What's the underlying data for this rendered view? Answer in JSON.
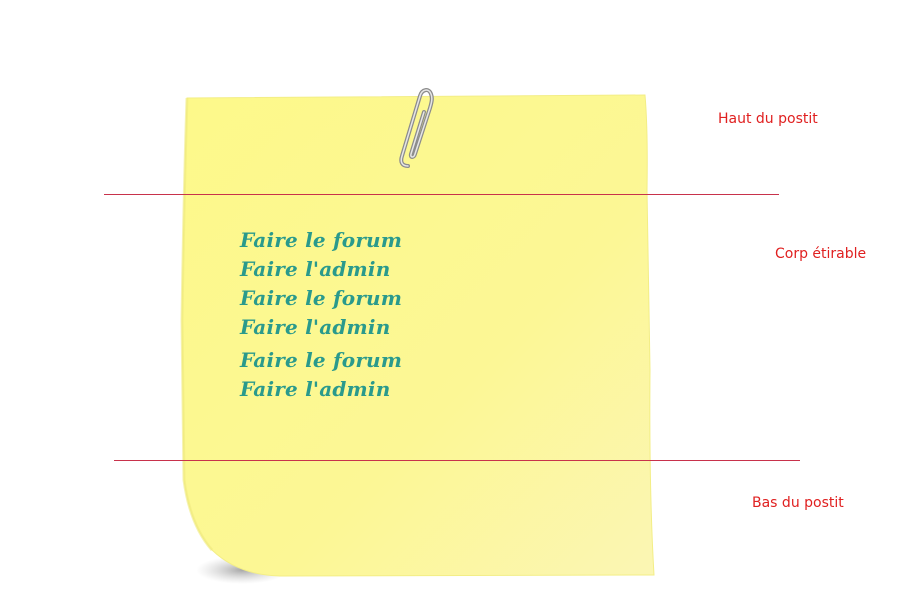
{
  "note": {
    "color": "#fdf98a",
    "text_color": "#2a9a8c",
    "items": [
      "Faire le forum",
      "Faire l'admin",
      "Faire le forum",
      "Faire l'admin",
      "Faire le forum",
      "Faire l'admin"
    ]
  },
  "annotations": {
    "color": "#e02020",
    "divider_color": "#c8324b",
    "top": "Haut du postit",
    "middle": "Corp étirable",
    "bottom": "Bas du postit"
  }
}
